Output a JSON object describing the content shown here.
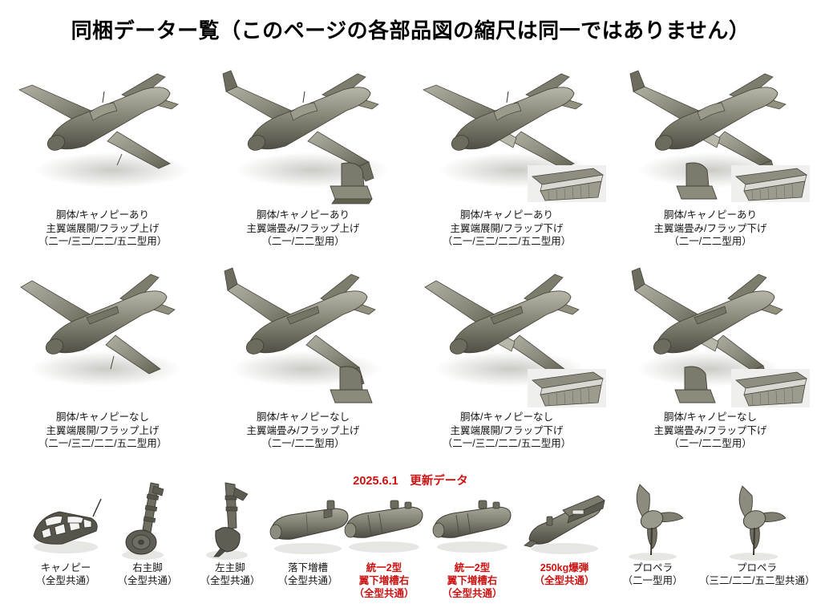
{
  "document": {
    "title": "同梱データー覧（このページの各部品図の縮尺は同一ではありません）"
  },
  "update_notice": {
    "text": "2025.6.1　更新データ",
    "color": "#cc1111"
  },
  "colors": {
    "background": "#ffffff",
    "text": "#141414",
    "accent_red": "#cc1111",
    "model_light": "#a9a79a",
    "model_mid": "#7e7c70",
    "model_dark": "#555349",
    "model_shadow": "#d8d8d4"
  },
  "aircraft_rows": [
    {
      "row_name": "canopy-equipped-row",
      "items": [
        {
          "line1": "胴体/キャノピーあり",
          "line2": "主翼端展開/フラップ上げ",
          "line3": "（二一/三二/二二/五二型用）",
          "has_wingtip_inset": false,
          "has_flap_inset": false
        },
        {
          "line1": "胴体/キャノピーあり",
          "line2": "主翼端畳み/フラップ上げ",
          "line3": "（二一/二二型用）",
          "has_wingtip_inset": true,
          "has_flap_inset": false
        },
        {
          "line1": "胴体/キャノピーあり",
          "line2": "主翼端展開/フラップ下げ",
          "line3": "（二一/三二/二二/五二型用）",
          "has_wingtip_inset": false,
          "has_flap_inset": true
        },
        {
          "line1": "胴体/キャノピーあり",
          "line2": "主翼端畳み/フラップ下げ",
          "line3": "（二一/二二型用）",
          "has_wingtip_inset": true,
          "has_flap_inset": true
        }
      ]
    },
    {
      "row_name": "no-canopy-row",
      "items": [
        {
          "line1": "胴体/キャノピーなし",
          "line2": "主翼端展開/フラップ上げ",
          "line3": "（二一/三二/二二/五二型用）",
          "has_wingtip_inset": false,
          "has_flap_inset": false
        },
        {
          "line1": "胴体/キャノピーなし",
          "line2": "主翼端畳み/フラップ上げ",
          "line3": "（二一/二二型用）",
          "has_wingtip_inset": true,
          "has_flap_inset": false
        },
        {
          "line1": "胴体/キャノピーなし",
          "line2": "主翼端展開/フラップ下げ",
          "line3": "（二一/三二/二二/五二型用）",
          "has_wingtip_inset": false,
          "has_flap_inset": true
        },
        {
          "line1": "胴体/キャノピーなし",
          "line2": "主翼端畳み/フラップ下げ",
          "line3": "（二一/二二型用）",
          "has_wingtip_inset": true,
          "has_flap_inset": true
        }
      ]
    }
  ],
  "parts": [
    {
      "icon": "canopy-frame-icon",
      "line1": "キャノピー",
      "line2": "（全型共通）",
      "line3": "",
      "highlight": false
    },
    {
      "icon": "right-main-gear-icon",
      "line1": "右主脚",
      "line2": "（全型共通）",
      "line3": "",
      "highlight": false
    },
    {
      "icon": "left-main-gear-icon",
      "line1": "左主脚",
      "line2": "（全型共通）",
      "line3": "",
      "highlight": false
    },
    {
      "icon": "drop-tank-icon",
      "line1": "落下増槽",
      "line2": "（全型共通）",
      "line3": "",
      "highlight": false
    },
    {
      "icon": "unified-type2-tank-right-icon",
      "line1": "統一2型",
      "line2": "翼下増槽右",
      "line3": "（全型共通）",
      "highlight": true
    },
    {
      "icon": "unified-type2-tank-right-icon-2",
      "line1": "統一2型",
      "line2": "翼下増槽右",
      "line3": "（全型共通）",
      "highlight": true
    },
    {
      "icon": "bomb-250kg-icon",
      "line1": "250kg爆弾",
      "line2": "（全型共通）",
      "line3": "",
      "highlight": true
    },
    {
      "icon": "propeller-type21-icon",
      "line1": "プロペラ",
      "line2": "（二一型用）",
      "line3": "",
      "highlight": false
    },
    {
      "icon": "propeller-type32-22-52-icon",
      "line1": "プロペラ",
      "line2": "（三二/二二/五二型共通）",
      "line3": "",
      "highlight": false
    }
  ]
}
